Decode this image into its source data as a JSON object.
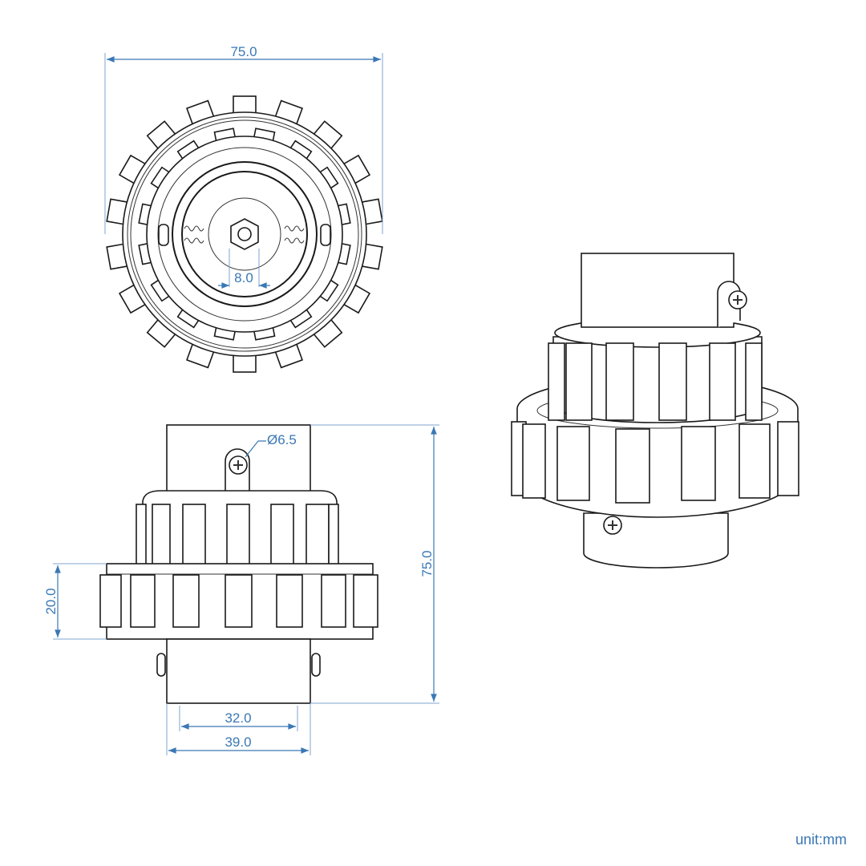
{
  "dimensions": {
    "overall_width": "75.0",
    "hex_width": "8.0",
    "screw_diameter": "Ø6.5",
    "overall_height": "75.0",
    "ring_height": "20.0",
    "inner_diameter": "32.0",
    "outer_diameter": "39.0"
  },
  "unit_label": "unit:mm",
  "colors": {
    "dimension": "#3a78b5",
    "line": "#1a1a1a"
  }
}
